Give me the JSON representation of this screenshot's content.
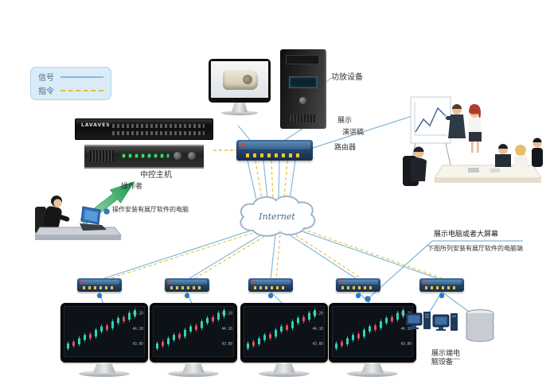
{
  "legend": {
    "signal_label": "信号",
    "command_label": "指令"
  },
  "labels": {
    "amplifier": "功放设备",
    "display": "展示",
    "speech": "演讲稿",
    "router": "路由器",
    "control_host": "中控主机",
    "control_host_brand": "LAVAVES",
    "operator": "操作者",
    "operator_note": "操作安装有展厅软件的电脑",
    "internet": "Internet",
    "display_note_title": "展示电脑或者大屏幕",
    "display_note_sub": "下图所列安装有展厅软件的电脑端",
    "server_group_line1": "展示端电",
    "server_group_line2": "脑设备"
  },
  "colors": {
    "signal_line": "#85b9dc",
    "command_line": "#e0c23c",
    "device_navy": "#24466b",
    "port_yellow": "#f0b429",
    "arrow_green": "#2eb872",
    "node_dot": "#2e7cc0",
    "legend_bg": "#d9ecf8"
  },
  "monitor_chart": {
    "type": "candlestick",
    "up_color": "#2fd6b0",
    "down_color": "#e0524e",
    "ticks": [
      "45.20",
      "44.10",
      "43.00"
    ],
    "candles": [
      [
        3,
        43,
        49,
        1
      ],
      [
        10,
        41,
        46,
        0
      ],
      [
        17,
        37,
        44,
        1
      ],
      [
        24,
        33,
        39,
        1
      ],
      [
        31,
        32,
        37,
        0
      ],
      [
        38,
        27,
        35,
        1
      ],
      [
        45,
        23,
        29,
        1
      ],
      [
        52,
        22,
        27,
        0
      ],
      [
        59,
        17,
        25,
        1
      ],
      [
        66,
        13,
        19,
        1
      ],
      [
        73,
        12,
        17,
        0
      ],
      [
        80,
        7,
        15,
        1
      ],
      [
        87,
        4,
        11,
        1
      ]
    ]
  },
  "counts": {
    "bottom_routers": 5,
    "display_monitors": 4
  }
}
